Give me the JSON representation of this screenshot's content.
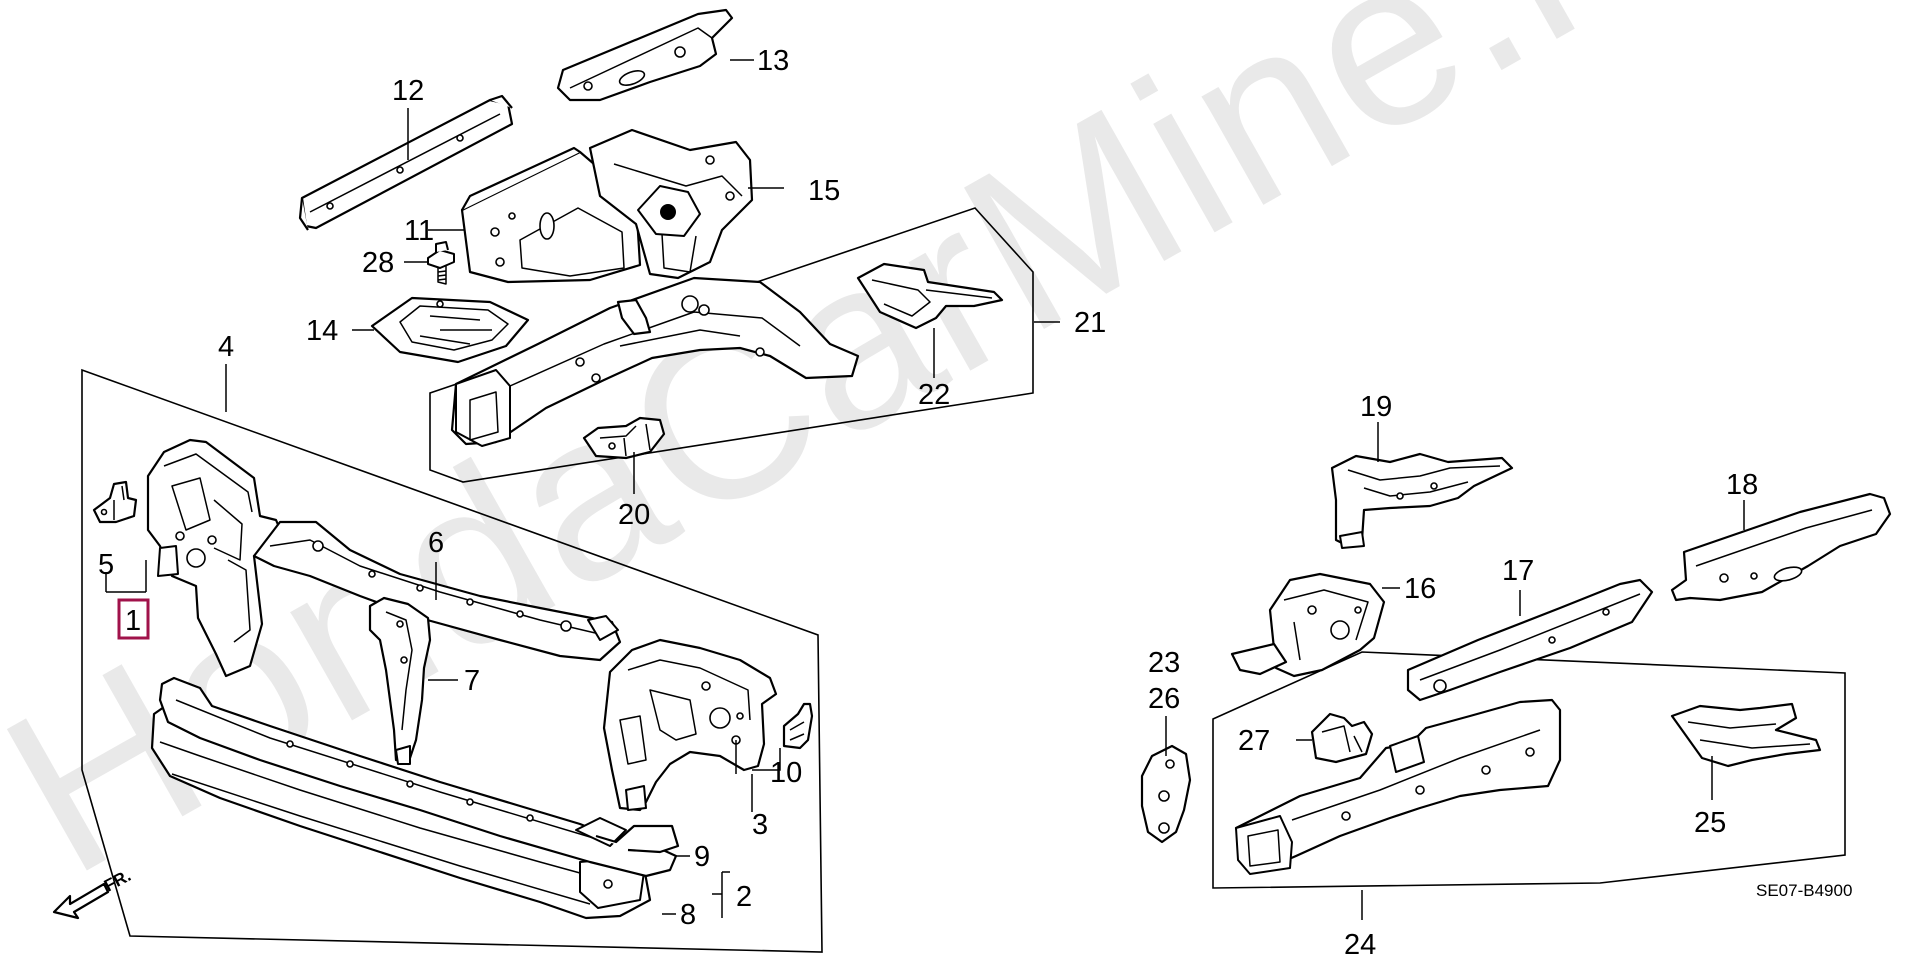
{
  "watermark": "HondaCarMine.ru",
  "diagram_code": "SE07-B4900",
  "direction_label": "FR.",
  "callouts": {
    "c1": "1",
    "c2": "2",
    "c3": "3",
    "c4": "4",
    "c5": "5",
    "c6": "6",
    "c7": "7",
    "c8": "8",
    "c9": "9",
    "c10": "10",
    "c11": "11",
    "c12": "12",
    "c13": "13",
    "c14": "14",
    "c15": "15",
    "c16": "16",
    "c17": "17",
    "c18": "18",
    "c19": "19",
    "c20": "20",
    "c21": "21",
    "c22": "22",
    "c23": "23",
    "c24": "24",
    "c25": "25",
    "c26": "26",
    "c27": "27",
    "c28": "28"
  },
  "highlighted_callout": "1",
  "colors": {
    "line": "#000000",
    "highlight": "#a0124a",
    "watermark": "#e9e9e9",
    "background": "#ffffff"
  }
}
